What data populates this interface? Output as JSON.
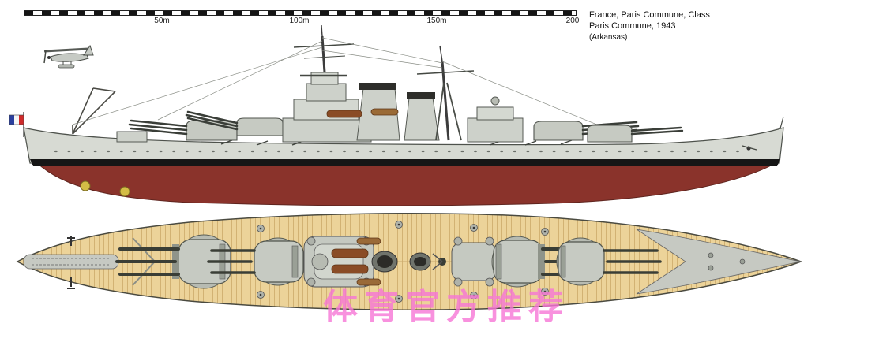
{
  "title": {
    "line1": "France, Paris Commune, Class",
    "line2": "Paris Commune, 1943",
    "line3": "(Arkansas)"
  },
  "scale_bar": {
    "labels": [
      "50m",
      "100m",
      "150m",
      "200"
    ]
  },
  "watermark": {
    "text": "体育官方推荐",
    "color": "#f776d6"
  },
  "colors": {
    "hull_gray": "#d7dad3",
    "boot_topping": "#161616",
    "underwater_red": "#8a332b",
    "structure_gray": "#cdd1ca",
    "turret_gray": "#c6cac2",
    "deck_tan": "#ecd399",
    "deck_plank": "#d2b273",
    "deck_metal_gray": "#c6c9c2",
    "boat_brown": "#8a4c26",
    "propeller_gold": "#d4bd46",
    "flag_blue": "#2a3f9e",
    "flag_white": "#f5f5f5",
    "flag_red": "#cf2b2b"
  }
}
